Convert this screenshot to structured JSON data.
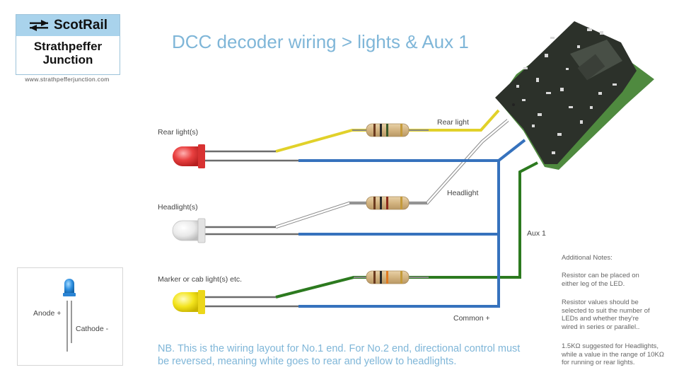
{
  "logo": {
    "brand": "ScotRail",
    "name_line1": "Strathpeffer",
    "name_line2": "Junction",
    "url": "www.strathpefferjunction.com"
  },
  "title": "DCC decoder wiring > lights & Aux 1",
  "labels": {
    "rear_lights": "Rear light(s)",
    "headlights": "Headlight(s)",
    "marker": "Marker or cab light(s) etc.",
    "rear_light_wire": "Rear light",
    "headlight_wire": "Headlight",
    "aux1_wire": "Aux 1",
    "common_wire": "Common +",
    "anode": "Anode +",
    "cathode": "Cathode -"
  },
  "notes": {
    "heading": "Additional Notes:",
    "items": [
      "Resistor can be placed on either leg of the LED.",
      "Resistor values should be selected to suit the number of LEDs and whether they're wired in series or parallel..",
      "1.5KΩ suggested for Headlights, while a value in the range of 10KΩ for running or rear lights."
    ]
  },
  "nb": "NB. This is the wiring layout for No.1 end. For No.2 end, directional control must be reversed, meaning white goes to rear and yellow to headlights.",
  "colors": {
    "title": "#7fb6d8",
    "yellow": "#e1d12a",
    "blue": "#3672bd",
    "green": "#2c7a1f",
    "red_led": "#e53b3b",
    "white_led": "#e8e8e8",
    "yellow_led": "#f2e51c",
    "blue_led": "#2e8fe0"
  }
}
